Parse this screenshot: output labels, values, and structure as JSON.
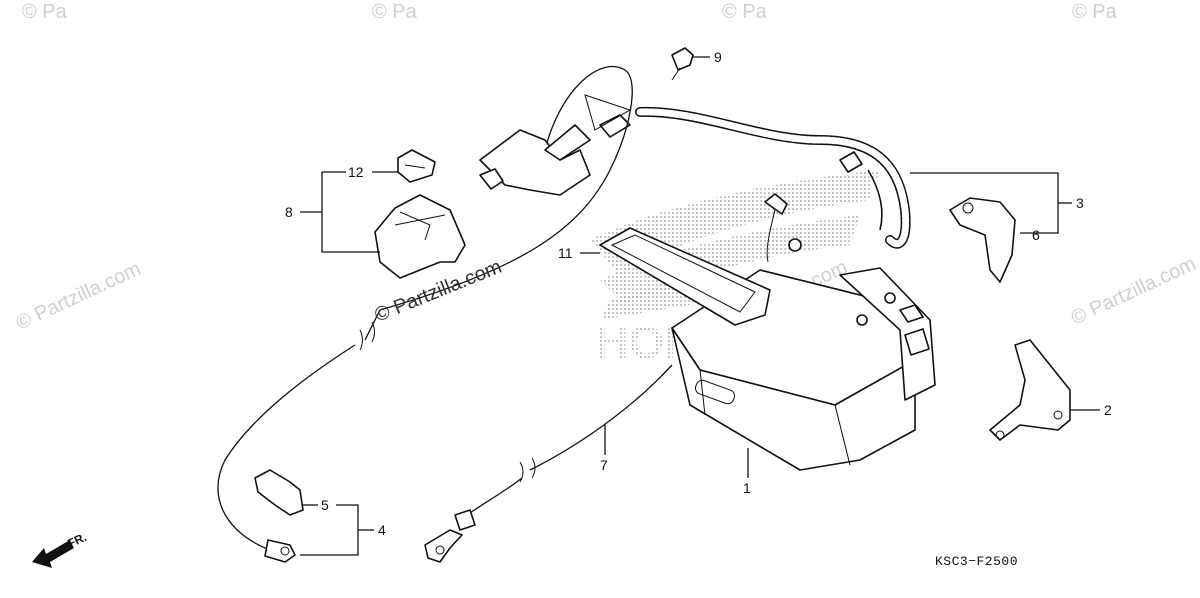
{
  "diagram": {
    "labels": {
      "p1": "1",
      "p2": "2",
      "p3": "3",
      "p4": "4",
      "p5": "5",
      "p6": "6",
      "p7": "7",
      "p8": "8",
      "p9": "9",
      "p11": "11",
      "p12": "12"
    },
    "diagram_code": "KSC3−F2500",
    "direction": "FR.",
    "watermark_partzilla": "Partzilla.com",
    "watermark_copyright": "© Partzilla.com",
    "watermark_corner": "© Pa",
    "brand_watermark": "HONDA"
  }
}
